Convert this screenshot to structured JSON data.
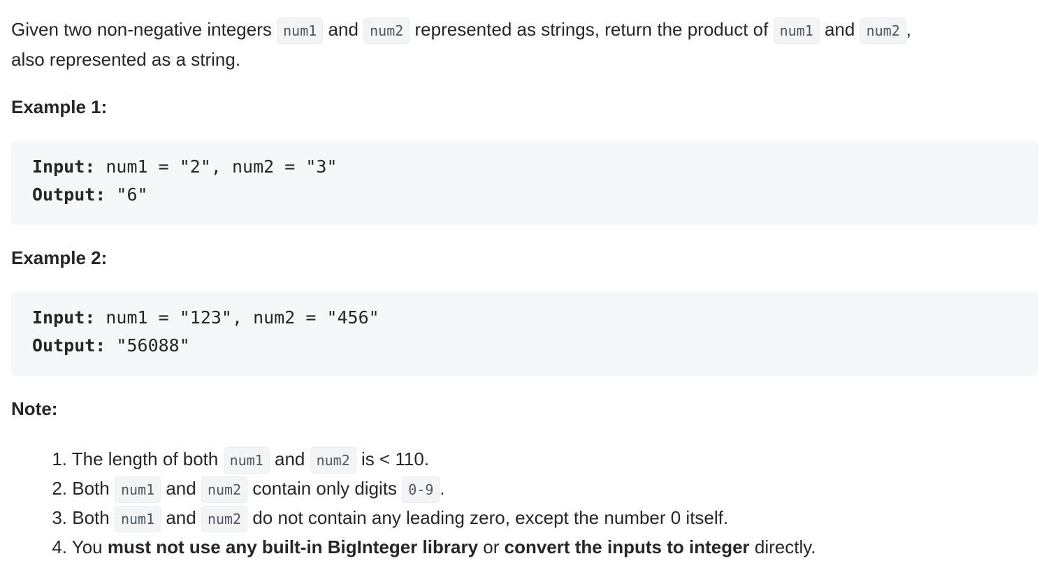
{
  "intro": {
    "part1": "Given two non-negative integers ",
    "code1": "num1",
    "part2": " and ",
    "code2": "num2",
    "part3": " represented as strings, return the product of ",
    "code3": "num1",
    "part4": " and ",
    "code4": "num2",
    "part5": ",",
    "line2": "also represented as a string."
  },
  "examples": [
    {
      "heading": "Example 1:",
      "input_label": "Input:",
      "input_value": " num1 = \"2\", num2 = \"3\"",
      "output_label": "Output:",
      "output_value": " \"6\""
    },
    {
      "heading": "Example 2:",
      "input_label": "Input:",
      "input_value": " num1 = \"123\", num2 = \"456\"",
      "output_label": "Output:",
      "output_value": " \"56088\""
    }
  ],
  "note": {
    "heading": "Note:",
    "items": [
      {
        "n": "1.",
        "t1": "The length of both ",
        "c1": "num1",
        "t2": " and ",
        "c2": "num2",
        "t3": " is < 110."
      },
      {
        "n": "2.",
        "t1": "Both ",
        "c1": "num1",
        "t2": " and ",
        "c2": "num2",
        "t3": " contain only digits ",
        "c3": "0-9",
        "t4": "."
      },
      {
        "n": "3.",
        "t1": "Both ",
        "c1": "num1",
        "t2": " and ",
        "c2": "num2",
        "t3": " do not contain any leading zero, except the number 0 itself."
      },
      {
        "n": "4.",
        "t1": "You ",
        "b1": "must not use any built-in BigInteger library",
        "t2": " or ",
        "b2": "convert the inputs to integer",
        "t3": " directly."
      }
    ]
  }
}
